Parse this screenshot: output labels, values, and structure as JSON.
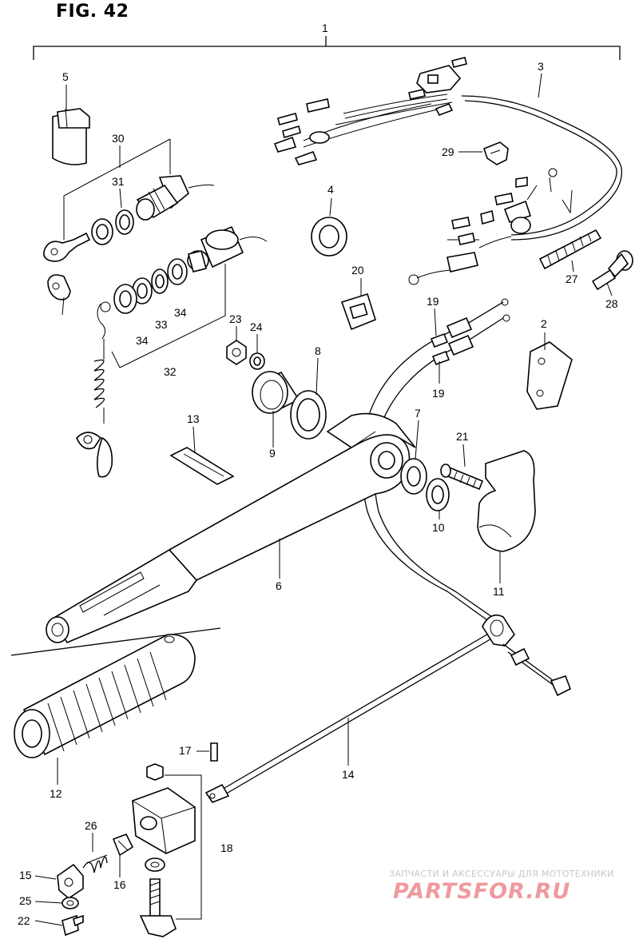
{
  "figure": {
    "title": "FIG. 42"
  },
  "callouts": [
    "1",
    "2",
    "3",
    "4",
    "5",
    "6",
    "7",
    "8",
    "9",
    "10",
    "11",
    "12",
    "13",
    "14",
    "15",
    "16",
    "17",
    "18",
    "19",
    "19",
    "20",
    "21",
    "22",
    "23",
    "24",
    "25",
    "26",
    "27",
    "28",
    "29",
    "30",
    "31",
    "32",
    "33",
    "34",
    "34"
  ],
  "watermark": {
    "subtitle": "ЗАПЧАСТИ И АКСЕССУАРЫ ДЛЯ МОТОТЕХНИКИ",
    "brand": "PARTSFOR.RU"
  },
  "colors": {
    "line": "#000000",
    "background": "#ffffff",
    "watermark_brand": "#ee9a9e",
    "watermark_subtitle": "#c8c8c8"
  }
}
